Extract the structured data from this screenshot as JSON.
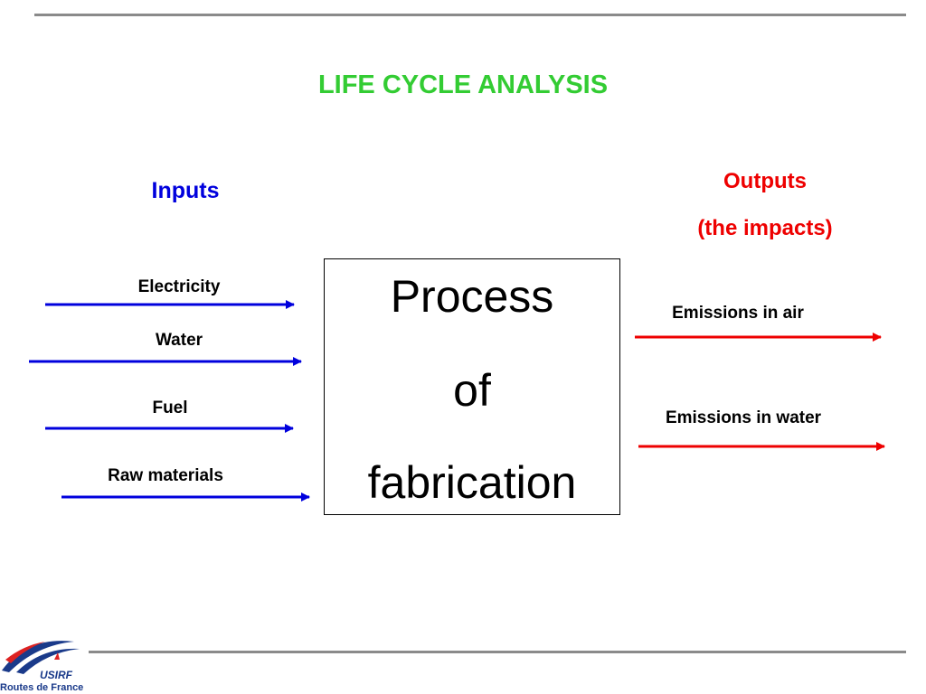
{
  "title": "LIFE CYCLE ANALYSIS",
  "inputs_heading": "Inputs",
  "outputs_heading": {
    "line1": "Outputs",
    "line2": "(the impacts)"
  },
  "inputs": [
    {
      "label": "Electricity"
    },
    {
      "label": "Water"
    },
    {
      "label": "Fuel"
    },
    {
      "label": "Raw materials"
    }
  ],
  "process": {
    "line1": "Process",
    "line2": "of",
    "line3": "fabrication"
  },
  "outputs": [
    {
      "label": "Emissions in air"
    },
    {
      "label": "Emissions in water"
    }
  ],
  "logo": {
    "name": "USIRF",
    "subtitle": "Routes de France"
  },
  "colors": {
    "title": "#33cc33",
    "inputs": "#0000dd",
    "outputs": "#ee0000",
    "rules": "#8a8a8a"
  }
}
